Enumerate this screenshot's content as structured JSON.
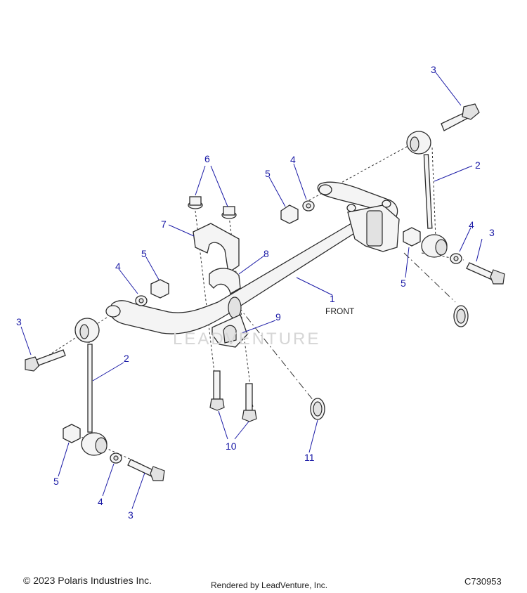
{
  "diagram": {
    "front_label": "FRONT",
    "watermark": "LEADVENTURE",
    "callouts": [
      {
        "id": "c-1",
        "text": "1"
      },
      {
        "id": "c-2a",
        "text": "2"
      },
      {
        "id": "c-2b",
        "text": "2"
      },
      {
        "id": "c-3a",
        "text": "3"
      },
      {
        "id": "c-3b",
        "text": "3"
      },
      {
        "id": "c-3c",
        "text": "3"
      },
      {
        "id": "c-3d",
        "text": "3"
      },
      {
        "id": "c-4a",
        "text": "4"
      },
      {
        "id": "c-4b",
        "text": "4"
      },
      {
        "id": "c-4c",
        "text": "4"
      },
      {
        "id": "c-4d",
        "text": "4"
      },
      {
        "id": "c-5a",
        "text": "5"
      },
      {
        "id": "c-5b",
        "text": "5"
      },
      {
        "id": "c-5c",
        "text": "5"
      },
      {
        "id": "c-5d",
        "text": "5"
      },
      {
        "id": "c-6",
        "text": "6"
      },
      {
        "id": "c-7",
        "text": "7"
      },
      {
        "id": "c-8",
        "text": "8"
      },
      {
        "id": "c-9",
        "text": "9"
      },
      {
        "id": "c-10",
        "text": "10"
      },
      {
        "id": "c-11",
        "text": "11"
      }
    ],
    "callout_color": "#1a1aa6"
  },
  "footer": {
    "copyright": "© 2023 Polaris Industries Inc.",
    "rendered_by": "Rendered by LeadVenture, Inc.",
    "drawing_number": "C730953"
  }
}
